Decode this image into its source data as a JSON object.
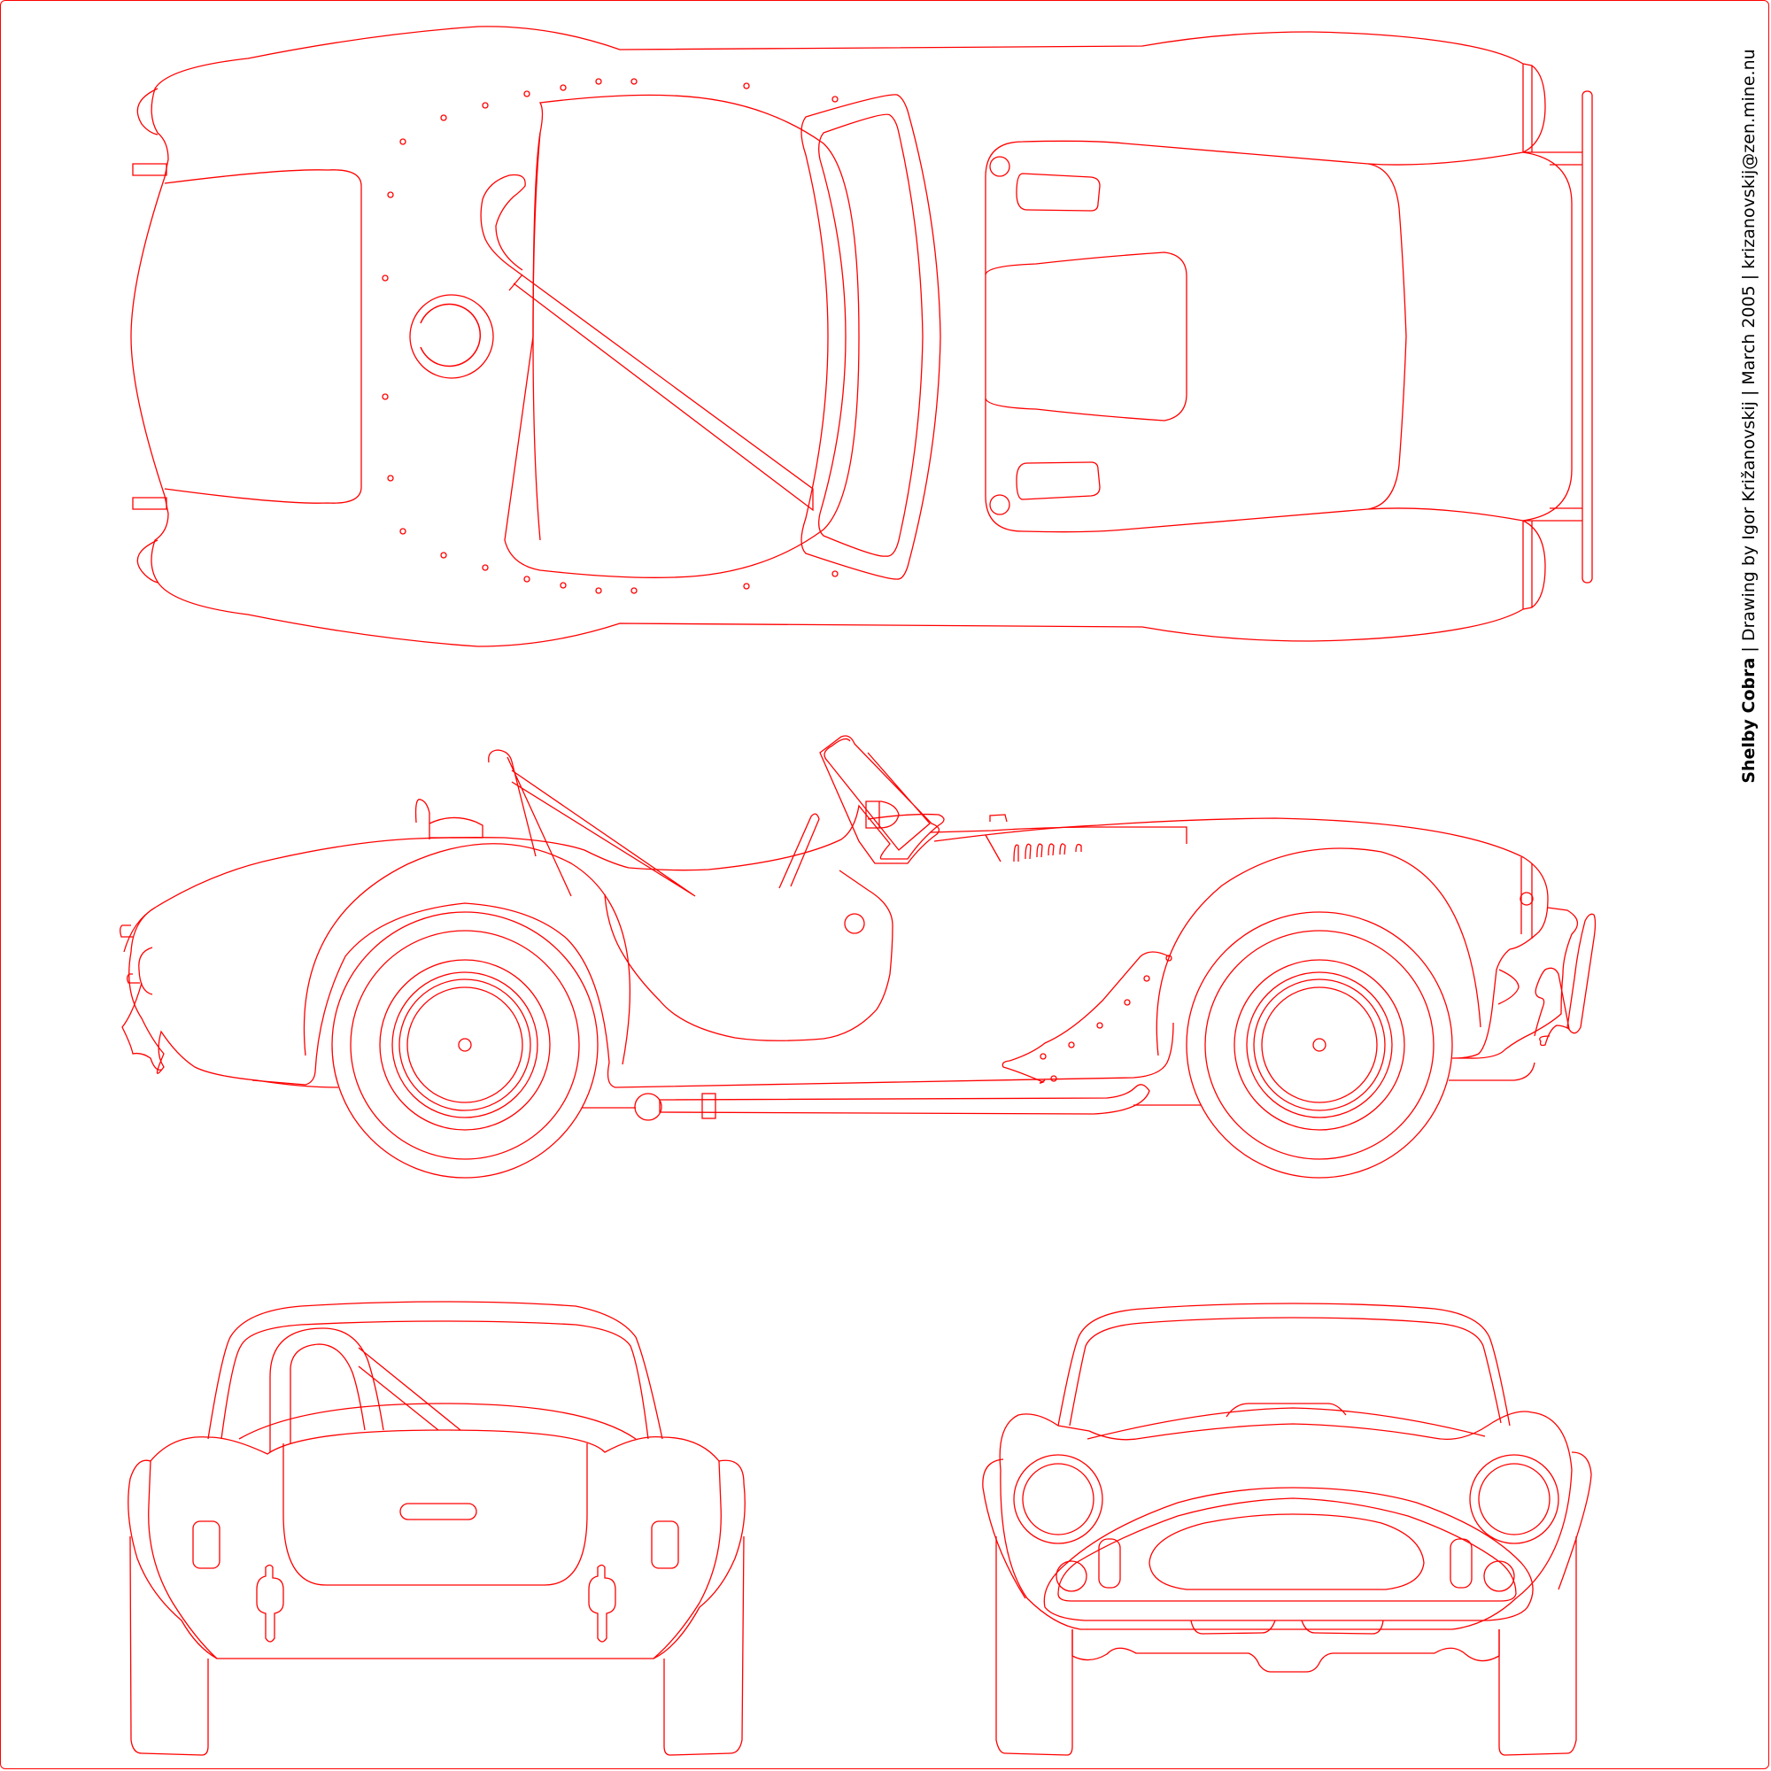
{
  "caption": {
    "title": "Shelby Cobra",
    "separator": " | ",
    "credit": "Drawing by Igor Križanovskij",
    "date": "March 2005",
    "email": "krizanovskij@zen.mine.nu"
  },
  "colors": {
    "line": "#ff0000",
    "background": "#ffffff",
    "text": "#000000"
  },
  "views": [
    "top-view",
    "side-view",
    "rear-view",
    "front-view"
  ]
}
